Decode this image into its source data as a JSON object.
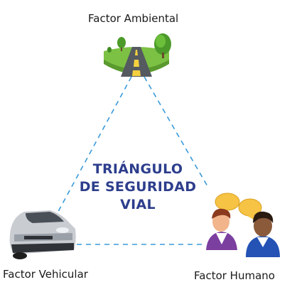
{
  "title_lines": [
    "TRIÁNGULO",
    "DE SEGURIDAD",
    "VIAL"
  ],
  "nodes": {
    "top": {
      "label": "Factor Ambiental",
      "icon": "road-landscape-icon"
    },
    "left": {
      "label": "Factor Vehicular",
      "icon": "car-icon"
    },
    "right": {
      "label": "Factor Humano",
      "icon": "people-talking-icon"
    }
  },
  "colors": {
    "edge": "#3a9ad9",
    "title": "#2d3e8c"
  }
}
